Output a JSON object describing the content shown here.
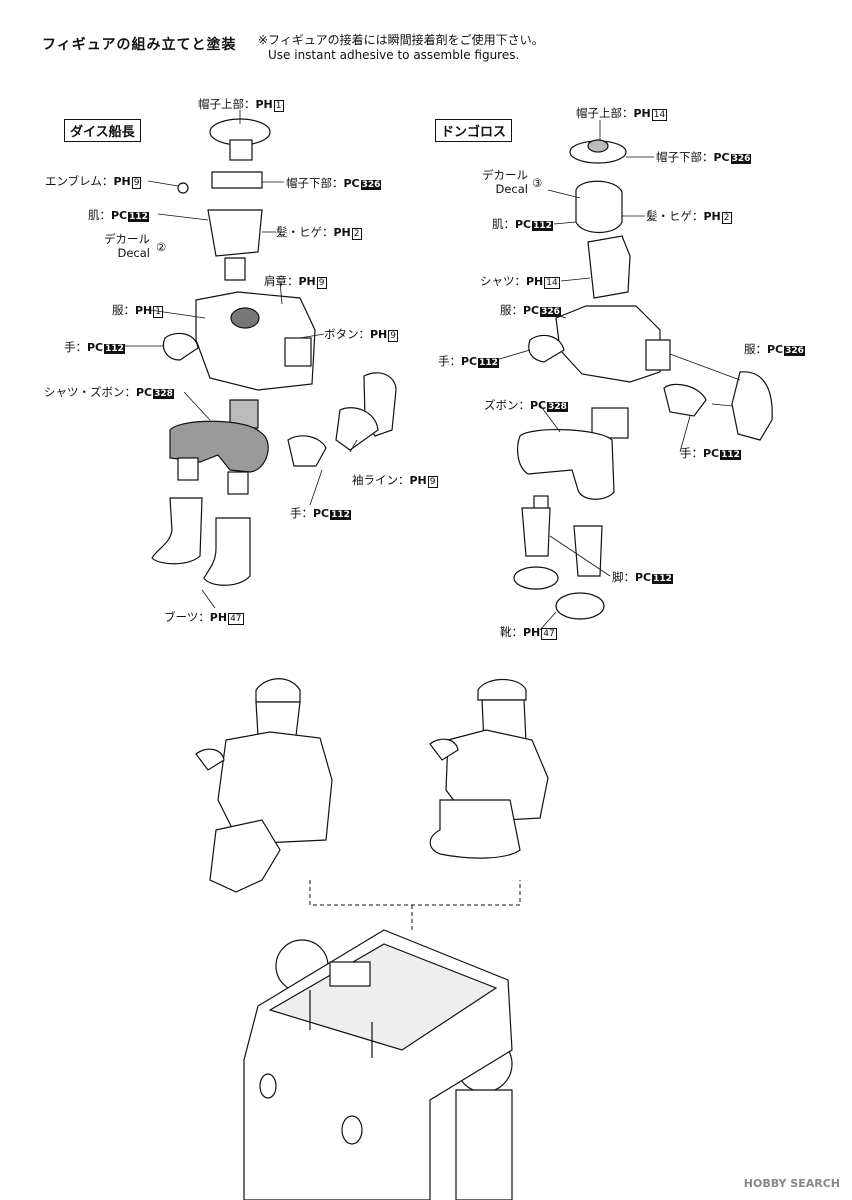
{
  "header": {
    "title": "フィギュアの組み立てと塗装",
    "note_jp": "※フィギュアの接着には瞬間接着剤をご使用下さい。",
    "note_en": "Use instant adhesive to assemble figures."
  },
  "figures": {
    "left_name": "ダイス船長",
    "right_name": "ドンゴロス"
  },
  "left_labels": {
    "hat_top": "帽子上部：",
    "hat_top_code": "PH",
    "hat_top_num": "1",
    "emblem": "エンブレム：",
    "emblem_code": "PH",
    "emblem_num": "9",
    "hat_bottom": "帽子下部：",
    "hat_bottom_code": "PC",
    "hat_bottom_num": "326",
    "skin": "肌：",
    "skin_code": "PC",
    "skin_num": "112",
    "decal_jp": "デカール",
    "decal_en": "Decal",
    "decal_num": "②",
    "hair": "髪・ヒゲ：",
    "hair_code": "PH",
    "hair_num": "2",
    "epaulette": "肩章：",
    "epaulette_code": "PH",
    "epaulette_num": "9",
    "clothes": "服：",
    "clothes_code": "PH",
    "clothes_num": "1",
    "button": "ボタン：",
    "button_code": "PH",
    "button_num": "9",
    "hand": "手：",
    "hand_code": "PC",
    "hand_num": "112",
    "shirt_pants": "シャツ・ズボン：",
    "shirt_pants_code": "PC",
    "shirt_pants_num": "328",
    "sleeve": "袖ライン：",
    "sleeve_code": "PH",
    "sleeve_num": "9",
    "hand2": "手：",
    "hand2_code": "PC",
    "hand2_num": "112",
    "boots": "ブーツ：",
    "boots_code": "PH",
    "boots_num": "47"
  },
  "right_labels": {
    "hat_top": "帽子上部：",
    "hat_top_code": "PH",
    "hat_top_num": "14",
    "hat_bottom": "帽子下部：",
    "hat_bottom_code": "PC",
    "hat_bottom_num": "326",
    "decal_jp": "デカール",
    "decal_en": "Decal",
    "decal_num": "③",
    "skin": "肌：",
    "skin_code": "PC",
    "skin_num": "112",
    "hair": "髪・ヒゲ：",
    "hair_code": "PH",
    "hair_num": "2",
    "shirt": "シャツ：",
    "shirt_code": "PH",
    "shirt_num": "14",
    "clothes": "服：",
    "clothes_code": "PC",
    "clothes_num": "326",
    "clothes2": "服：",
    "clothes2_code": "PC",
    "clothes2_num": "326",
    "hand": "手：",
    "hand_code": "PC",
    "hand_num": "112",
    "pants": "ズボン：",
    "pants_code": "PC",
    "pants_num": "328",
    "hand2": "手：",
    "hand2_code": "PC",
    "hand2_num": "112",
    "leg": "脚：",
    "leg_code": "PC",
    "leg_num": "112",
    "shoes": "靴：",
    "shoes_code": "PH",
    "shoes_num": "47"
  },
  "watermark": "HOBBY SEARCH",
  "colors": {
    "ink": "#111111",
    "gray": "#9a9a9a",
    "light": "#e6e6e6"
  }
}
